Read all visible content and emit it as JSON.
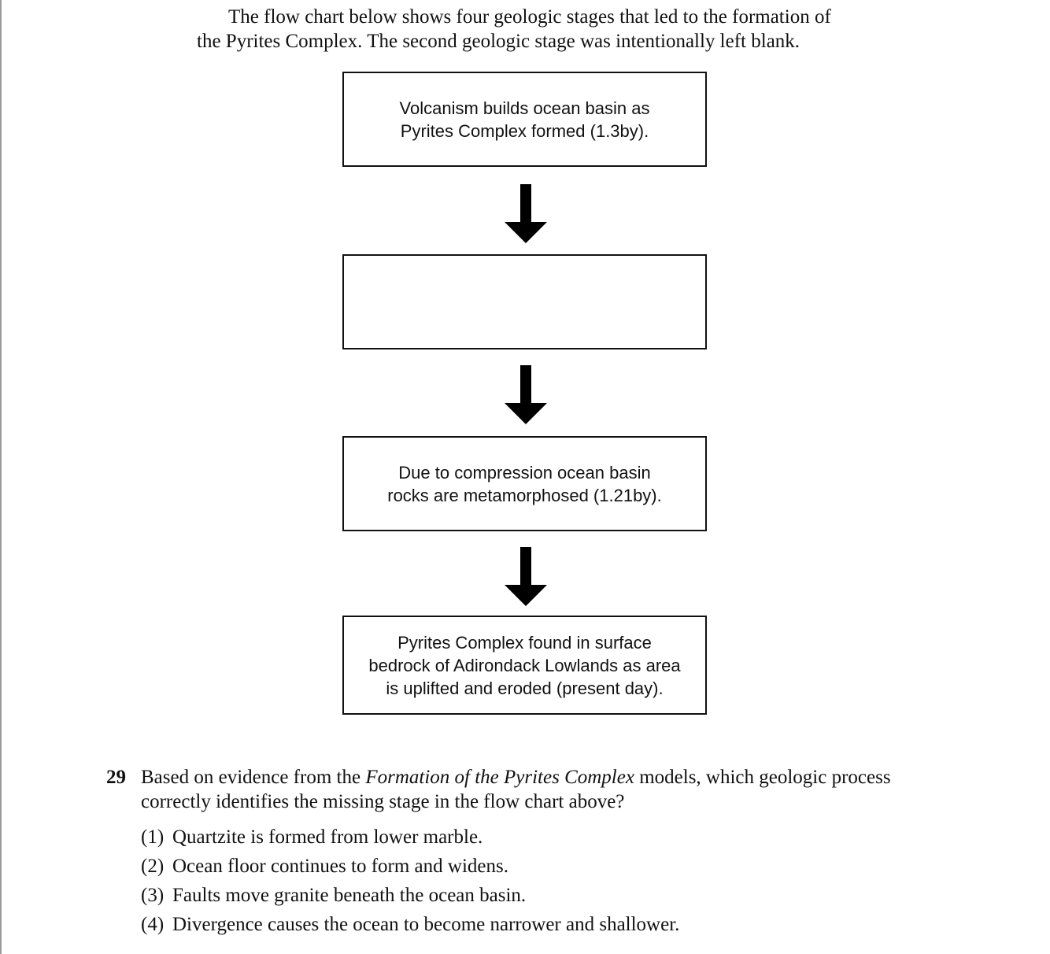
{
  "intro": {
    "line1": "The flow chart below shows four geologic stages that led to the formation of",
    "line2": "the Pyrites Complex. The second geologic stage was intentionally left blank."
  },
  "flow_chart": {
    "stages": [
      {
        "lines": [
          "Volcanism builds ocean basin as",
          "Pyrites Complex formed (1.3by)."
        ]
      },
      {
        "lines": []
      },
      {
        "lines": [
          "Due to compression ocean basin",
          "rocks are metamorphosed (1.21by)."
        ]
      },
      {
        "lines": [
          "Pyrites Complex found in surface",
          "bedrock of Adirondack Lowlands as area",
          "is uplifted and eroded (present day)."
        ]
      }
    ]
  },
  "question": {
    "number": "29",
    "text_before": "Based on evidence from the ",
    "text_italic": "Formation of the Pyrites Complex",
    "text_after": " models, which geologic process correctly identifies the missing stage in the flow chart above?",
    "options": [
      {
        "num": "(1)",
        "text": "Quartzite is formed from lower marble."
      },
      {
        "num": "(2)",
        "text": "Ocean floor continues to form and widens."
      },
      {
        "num": "(3)",
        "text": "Faults move granite beneath the ocean basin."
      },
      {
        "num": "(4)",
        "text": "Divergence causes the ocean to become narrower and shallower."
      }
    ]
  }
}
